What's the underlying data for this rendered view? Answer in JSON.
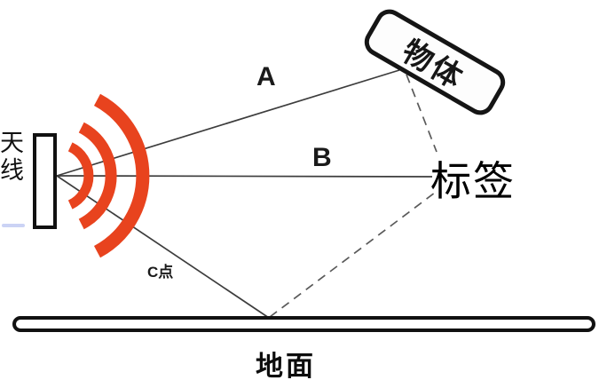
{
  "diagram": {
    "labels": {
      "antenna": "天线",
      "object": "物体",
      "path_a": "A",
      "path_b": "B",
      "tag": "标签",
      "point_c": "C点",
      "ground": "地面"
    },
    "colors": {
      "wave_red": "#E8431E",
      "solid_line": "#3d3d3d",
      "dashed_line": "#5a5a5a",
      "outline_black": "#111111",
      "background": "#ffffff"
    }
  }
}
